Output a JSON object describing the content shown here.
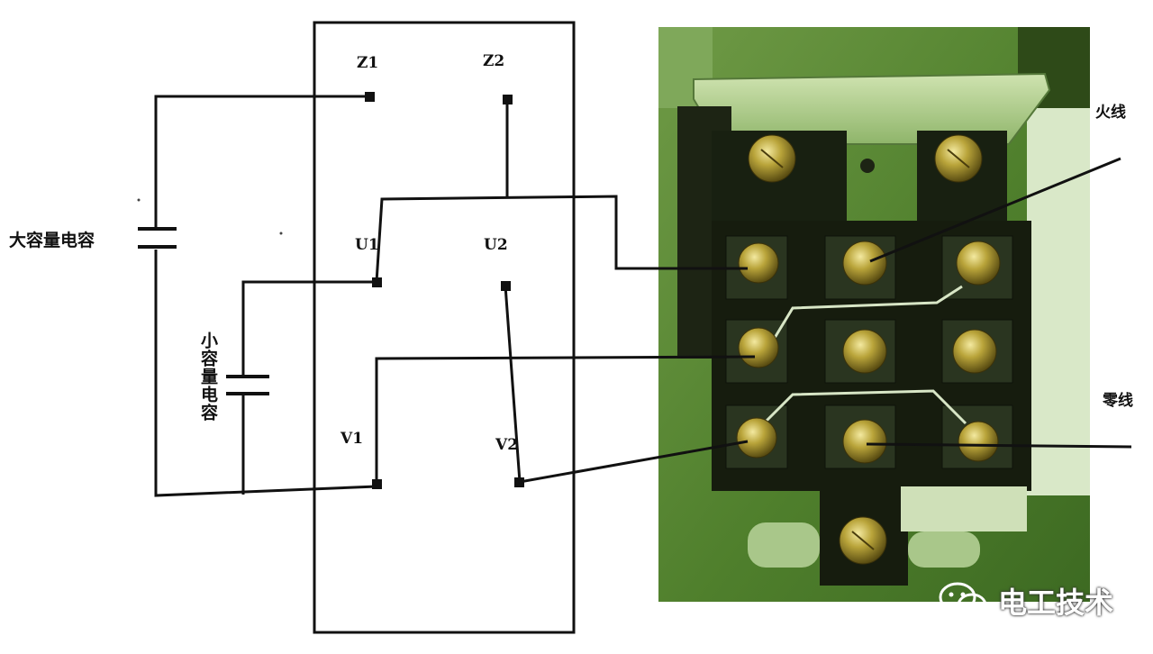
{
  "diagram": {
    "terminals": {
      "z1": "Z1",
      "z2": "Z2",
      "u1": "U1",
      "u2": "U2",
      "v1": "V1",
      "v2": "V2"
    },
    "capacitors": {
      "large": "大容量电容",
      "small": "小容量电容"
    },
    "wires": {
      "live": "火线",
      "neutral": "零线"
    }
  },
  "watermark": {
    "text": "电工技术",
    "icon": "wechat-icon"
  },
  "colors": {
    "line": "#111111",
    "photo_green": "#4f7f2c",
    "photo_dark": "#171d10",
    "brass": "#b9a43a"
  }
}
